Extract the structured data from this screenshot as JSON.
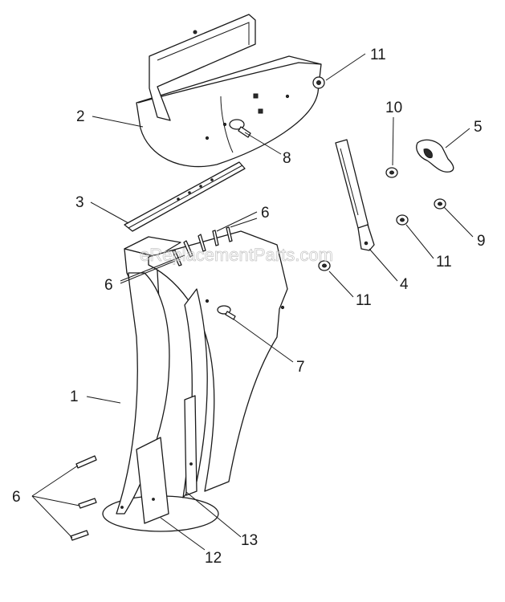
{
  "watermark": "eReplacementParts.com",
  "callouts": {
    "c1": "1",
    "c2": "2",
    "c3": "3",
    "c4": "4",
    "c5": "5",
    "c6a": "6",
    "c6b": "6",
    "c6c": "6",
    "c7": "7",
    "c8": "8",
    "c9": "9",
    "c10": "10",
    "c11a": "11",
    "c11b": "11",
    "c11c": "11",
    "c12": "12",
    "c13": "13"
  }
}
